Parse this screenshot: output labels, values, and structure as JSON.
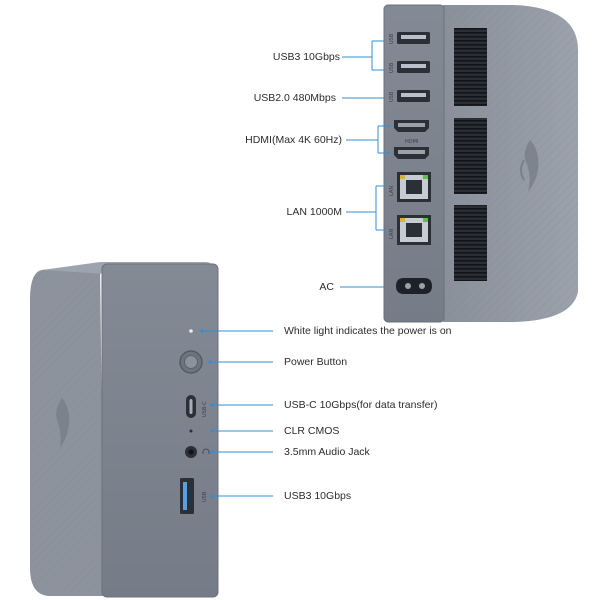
{
  "back_panel": {
    "callouts": [
      {
        "id": "usb3-back",
        "label": "USB3 10Gbps"
      },
      {
        "id": "usb2",
        "label": "USB2.0 480Mbps"
      },
      {
        "id": "hdmi",
        "label": "HDMI(Max 4K 60Hz)"
      },
      {
        "id": "lan",
        "label": "LAN 1000M"
      },
      {
        "id": "ac",
        "label": "AC"
      }
    ],
    "port_marks": {
      "usb": "USB",
      "hdmi": "HDMI",
      "lan": "LAN"
    }
  },
  "front_panel": {
    "callouts": [
      {
        "id": "power-led",
        "label": "White light indicates the power is on"
      },
      {
        "id": "power-button",
        "label": "Power Button"
      },
      {
        "id": "usb-c",
        "label": "USB-C 10Gbps(for data transfer)"
      },
      {
        "id": "clr-cmos",
        "label": "CLR CMOS"
      },
      {
        "id": "audio",
        "label": "3.5mm Audio Jack"
      },
      {
        "id": "usb3-front",
        "label": "USB3 10Gbps"
      }
    ],
    "port_marks": {
      "usbc": "USB-C",
      "usb": "USB"
    }
  },
  "colors": {
    "callout_line": "#2f8fd6",
    "chassis": "#8c929d",
    "panel": "#7e848f",
    "vent": "#1f2228"
  }
}
